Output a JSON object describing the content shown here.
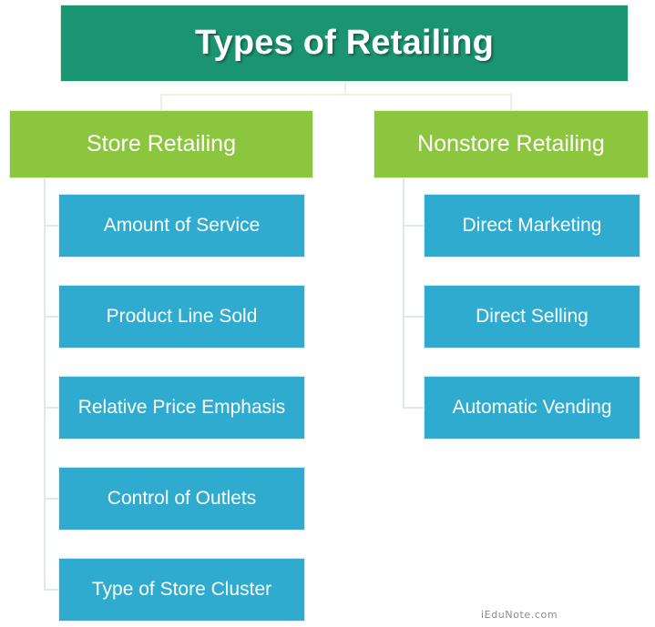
{
  "diagram": {
    "title": "Types of Retailing",
    "watermark": "iEduNote.com",
    "colors": {
      "title_box": "#1b9472",
      "branch_box": "#8cc63f",
      "leaf_box": "#2fabd0",
      "connector_green": "#e9f1e0",
      "connector_blue": "#dfe9ec",
      "text": "#ffffff",
      "watermark": "#8b8b8b",
      "background": "#ffffff"
    },
    "branches": [
      {
        "label": "Store Retailing",
        "children": [
          {
            "label": "Amount of Service"
          },
          {
            "label": "Product Line Sold"
          },
          {
            "label": "Relative Price Emphasis"
          },
          {
            "label": "Control of Outlets"
          },
          {
            "label": "Type of Store Cluster"
          }
        ]
      },
      {
        "label": "Nonstore Retailing",
        "children": [
          {
            "label": "Direct Marketing"
          },
          {
            "label": "Direct Selling"
          },
          {
            "label": "Automatic Vending"
          }
        ]
      }
    ]
  }
}
